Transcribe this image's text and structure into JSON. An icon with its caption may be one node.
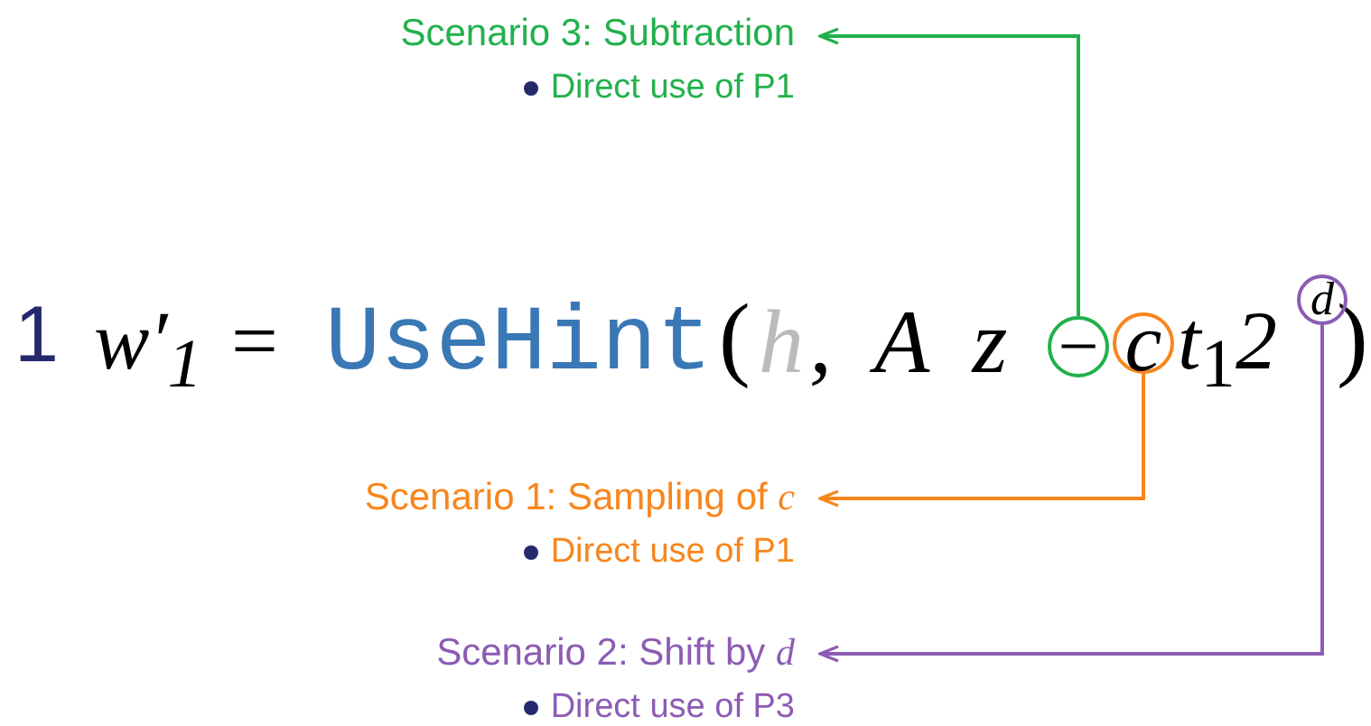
{
  "diagram": {
    "nodes": [
      {
        "text": [
          "Scenario 3: Subtraction",
          "Direct use of P1"
        ]
      },
      {
        "text": [
          "−"
        ]
      },
      {
        "text": [
          "c"
        ]
      },
      {
        "text": [
          "d"
        ]
      },
      {
        "text": [
          "Scenario 1: Sampling of *c*",
          "Direct use of P1"
        ]
      },
      {
        "text": [
          "Scenario 2: Shift by *d*",
          "Direct use of P3"
        ]
      }
    ],
    "edges": [
      {
        "from": 1,
        "to": 0,
        "arrow": "to",
        "color": "#22b14c"
      },
      {
        "from": 2,
        "to": 4,
        "arrow": "to",
        "color": "#f7861c"
      },
      {
        "from": 3,
        "to": 5,
        "arrow": "to",
        "color": "#8c5cb4"
      }
    ],
    "labels": [
      "1",
      "w′$_{1}$",
      "=",
      "UseHint",
      "(",
      "h",
      ", A z",
      "t$_{1}$2",
      ")"
    ]
  }
}
